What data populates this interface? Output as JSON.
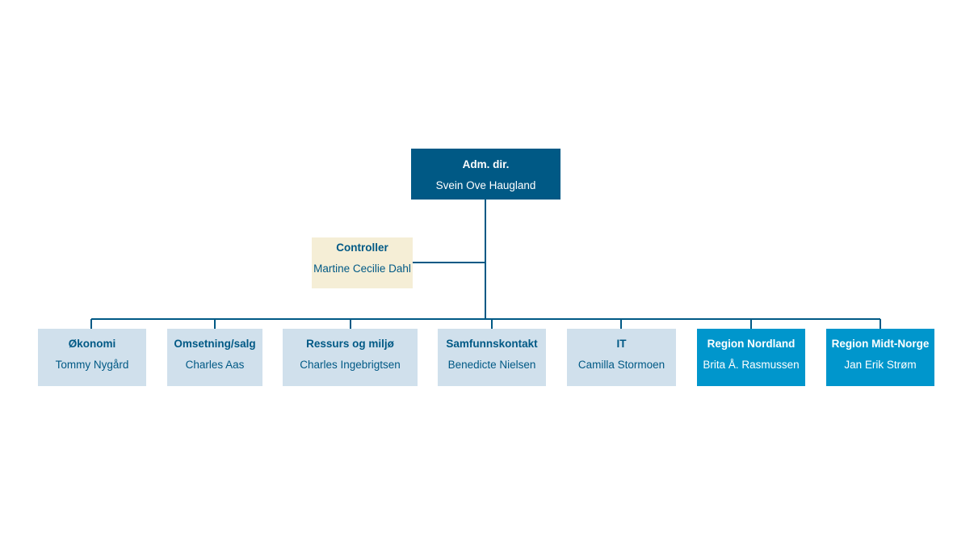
{
  "colors": {
    "root_fill": "#005985",
    "connector": "#005985",
    "controller_fill": "#f5eed6",
    "dept_light_fill": "#d0e0ec",
    "dept_strong_fill": "#0096cc",
    "dark_text": "#005985",
    "light_text": "#ffffff"
  },
  "root": {
    "title": "Adm. dir.",
    "person": "Svein Ove Haugland"
  },
  "controller": {
    "title": "Controller",
    "person": "Martine Cecilie Dahl"
  },
  "departments": [
    {
      "title": "Økonomi",
      "person": "Tommy Nygård"
    },
    {
      "title": "Omsetning/salg",
      "person": "Charles Aas"
    },
    {
      "title": "Ressurs og miljø",
      "person": "Charles Ingebrigtsen"
    },
    {
      "title": "Samfunnskontakt",
      "person": "Benedicte Nielsen"
    },
    {
      "title": "IT",
      "person": "Camilla Stormoen"
    },
    {
      "title": "Region Nordland",
      "person": "Brita Å. Rasmussen"
    },
    {
      "title": "Region Midt-Norge",
      "person": "Jan Erik Strøm"
    }
  ]
}
